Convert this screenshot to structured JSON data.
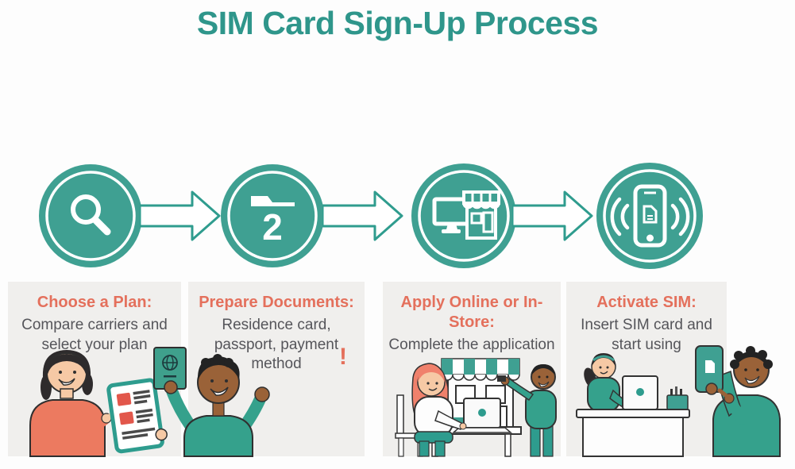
{
  "title": "SIM Card Sign-Up Process",
  "palette": {
    "teal": "#3fa092",
    "teal_title": "#2f968b",
    "coral_heading": "#e4705c",
    "body_text": "#55555a",
    "card_bg": "#f0efed"
  },
  "steps": [
    {
      "heading": "Choose a Plan:",
      "body": "Compare carriers and select your plan",
      "icon": "magnifier-icon"
    },
    {
      "heading": "Prepare Documents:",
      "body": "Residence card, passport, payment method",
      "alert": "!",
      "number": "2",
      "icon": "folder-number-2-icon"
    },
    {
      "heading": "Apply Online or In-Store:",
      "body": "Complete the application",
      "icon": "computer-storefront-icon"
    },
    {
      "heading": "Activate SIM:",
      "body": "Insert SIM card and start using",
      "icon": "phone-sim-signal-icon"
    }
  ]
}
